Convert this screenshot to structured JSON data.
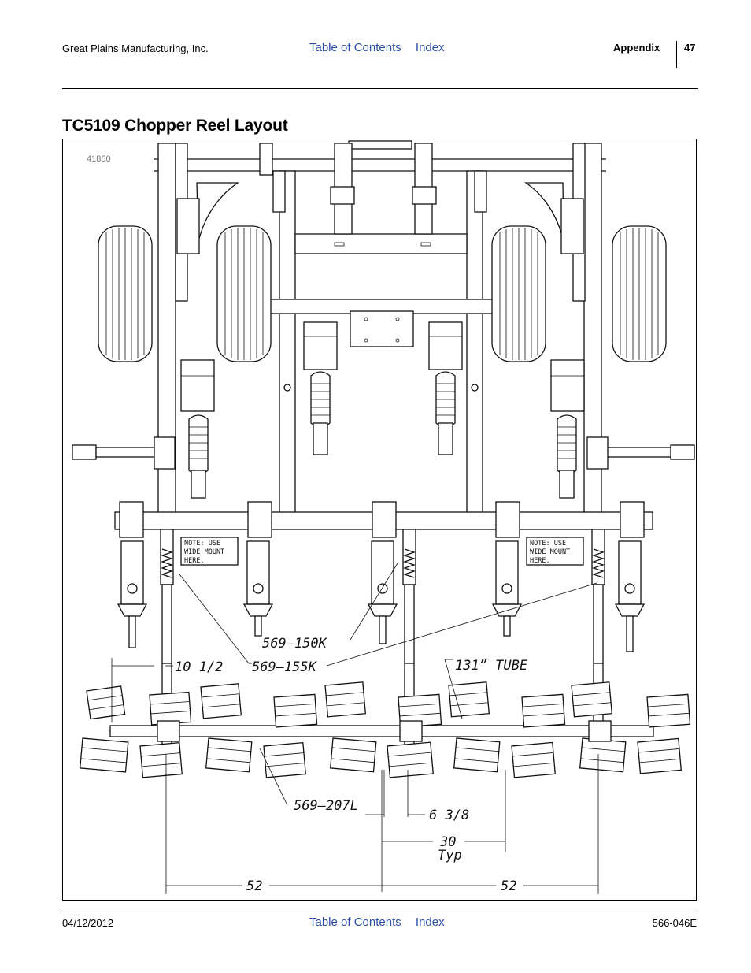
{
  "header": {
    "company": "Great Plains Manufacturing, Inc.",
    "toc_link": "Table of Contents",
    "index_link": "Index",
    "section": "Appendix",
    "page_number": "47"
  },
  "title": "TC5109 Chopper Reel Layout",
  "figure": {
    "figure_id": "41850",
    "note_left": [
      "NOTE: USE",
      "WIDE MOUNT",
      "HERE."
    ],
    "note_right": [
      "NOTE: USE",
      "WIDE MOUNT",
      "HERE."
    ],
    "labels": {
      "part_150k": "569–150K",
      "part_155k": "569–155K",
      "part_207l": "569–207L",
      "tube": "131” TUBE",
      "dim_10_5": "10 1/2",
      "dim_6_375": "6 3/8",
      "dim_30": "30",
      "dim_typ": "Typ",
      "dim_52_left": "52",
      "dim_52_right": "52"
    }
  },
  "footer": {
    "date": "04/12/2012",
    "toc_link": "Table of Contents",
    "index_link": "Index",
    "doc_number": "566-046E"
  }
}
